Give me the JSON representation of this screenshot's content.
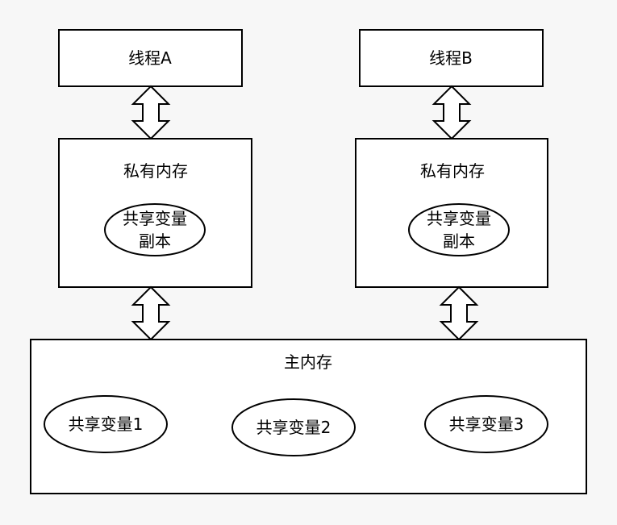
{
  "nodes": {
    "thread_a": "线程A",
    "thread_b": "线程B",
    "private_memory_a": "私有内存",
    "private_memory_b": "私有内存",
    "copy_a_line1": "共享变量",
    "copy_a_line2": "副本",
    "copy_b_line1": "共享变量",
    "copy_b_line2": "副本",
    "main_memory": "主内存",
    "shared_var_1": "共享变量1",
    "shared_var_2": "共享变量2",
    "shared_var_3": "共享变量3"
  },
  "edges": [
    {
      "from": "thread_a",
      "to": "private_memory_a",
      "style": "double-arrow"
    },
    {
      "from": "thread_b",
      "to": "private_memory_b",
      "style": "double-arrow"
    },
    {
      "from": "private_memory_a",
      "to": "main_memory",
      "style": "double-arrow"
    },
    {
      "from": "private_memory_b",
      "to": "main_memory",
      "style": "double-arrow"
    }
  ]
}
